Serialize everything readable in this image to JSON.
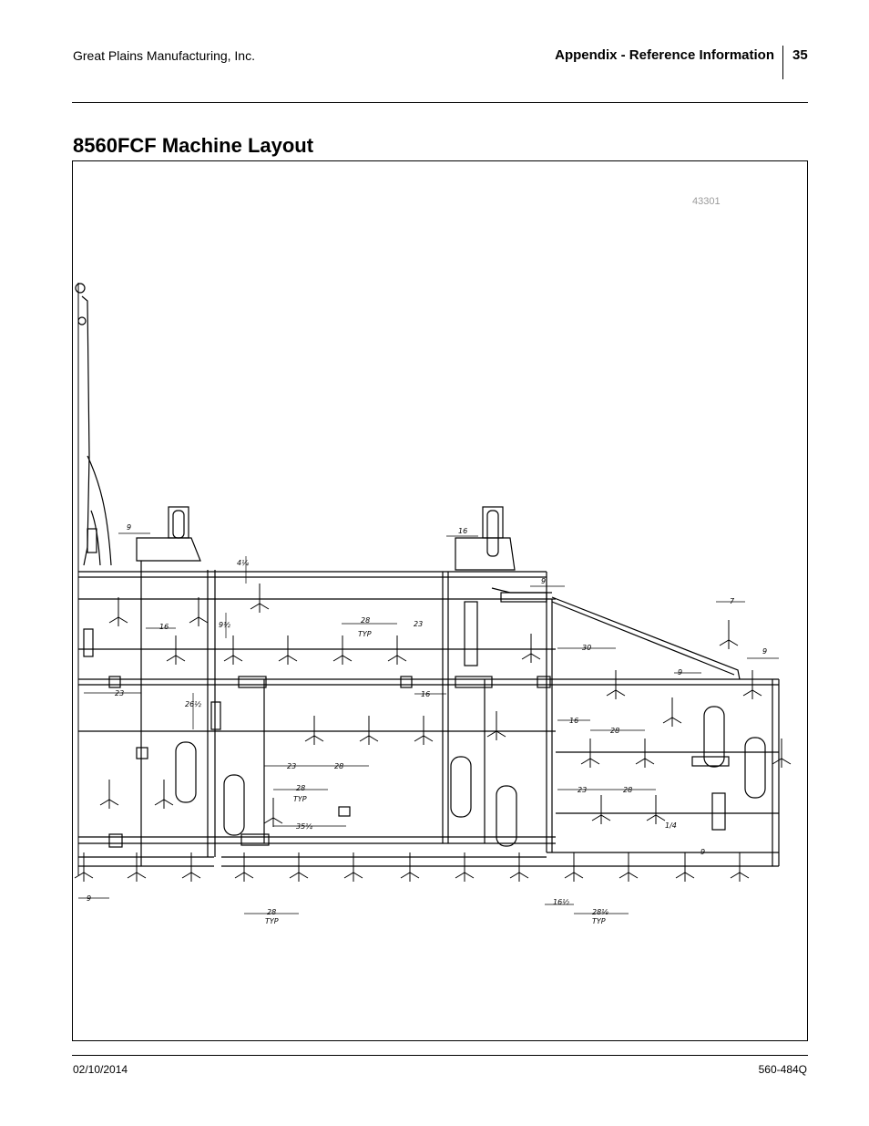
{
  "header": {
    "company": "Great Plains Manufacturing, Inc.",
    "section": "Appendix - Reference Information",
    "page_number": "35"
  },
  "title": "8560FCF Machine Layout",
  "figure": {
    "id": "43301",
    "dimensions": {
      "d9_top": "9",
      "d4_1_4": "4¼",
      "d16_top": "16",
      "d9_right_top": "9",
      "d7": "7",
      "d9_right": "9",
      "d30": "30",
      "d28_typ_1": "28",
      "d23_1": "23",
      "d9_1_2": "9½",
      "d16_left": "16",
      "d9_mid": "9",
      "d23_left": "23",
      "d26_1_2": "26½",
      "d16_mid": "16",
      "d16_right": "16",
      "d28_right": "28",
      "d23_mid": "23",
      "d28_mid": "28",
      "d23_right": "23",
      "d28_right2": "28",
      "d28_typ_2": "28",
      "d35_1_4": "35¼",
      "d1_4": "1/4",
      "d9_bottom_right": "9",
      "d9_bottom_left": "9",
      "d28_typ_3": "28",
      "d16_1_2": "16½",
      "d28_1_8": "28⅛",
      "typ": "TYP"
    }
  },
  "footer": {
    "date": "02/10/2014",
    "doc_number": "560-484Q"
  }
}
